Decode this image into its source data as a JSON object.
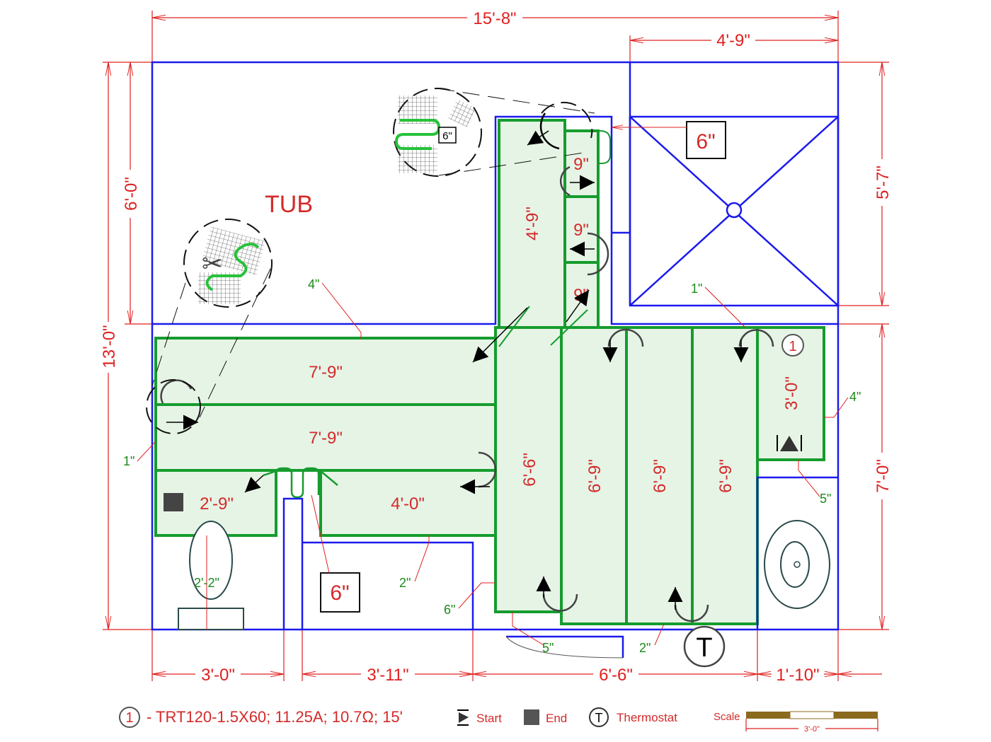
{
  "dimensions": {
    "overall_width": "15'-8\"",
    "shower_width": "4'-9\"",
    "overall_height": "13'-0\"",
    "tub_depth": "6'-0\"",
    "shower_depth": "5'-7\"",
    "lower_right_height": "7'-0\"",
    "bottom_1": "3'-0\"",
    "bottom_2": "3'-11\"",
    "bottom_3": "6'-6\"",
    "bottom_4": "1'-10\""
  },
  "rooms": {
    "tub": "TUB"
  },
  "heating_areas": {
    "top_run_1": "7'-9\"",
    "top_run_2": "7'-9\"",
    "left_short": "2'-9\"",
    "mid_short": "4'-0\"",
    "vertical_1": "6'-6\"",
    "vertical_2": "6'-9\"",
    "vertical_3": "6'-9\"",
    "vertical_4": "6'-9\"",
    "right_short": "3'-0\"",
    "upper_vertical": "4'-9\"",
    "step_1": "9\"",
    "step_2": "9\"",
    "step_3": "9\""
  },
  "callouts": {
    "shower_spacing": "6\"",
    "vanity_spacing": "6\"",
    "detail_spacing": "6\"",
    "tub_offset": "4\"",
    "shower_offset": "1\"",
    "left_offset": "1\"",
    "right_offset": "4\"",
    "sink_offset": "5\"",
    "toilet_clearance": "2'-2\"",
    "vanity_offset": "2\"",
    "wall_offset": "6\"",
    "door_offset": "5\"",
    "bottom_offset": "2\"",
    "circuit_number": "1",
    "thermostat_symbol": "T"
  },
  "legend": {
    "circuit_number": "1",
    "circuit_spec": "- TRT120-1.5X60; 11.25A; 10.7Ω; 15'",
    "start": "Start",
    "end": "End",
    "thermostat_symbol": "T",
    "thermostat": "Thermostat",
    "scale": "Scale",
    "scale_length": "3'-0\""
  },
  "colors": {
    "wall": "#1a1aee",
    "heating": "#169c2e",
    "dimension": "#e02020"
  }
}
